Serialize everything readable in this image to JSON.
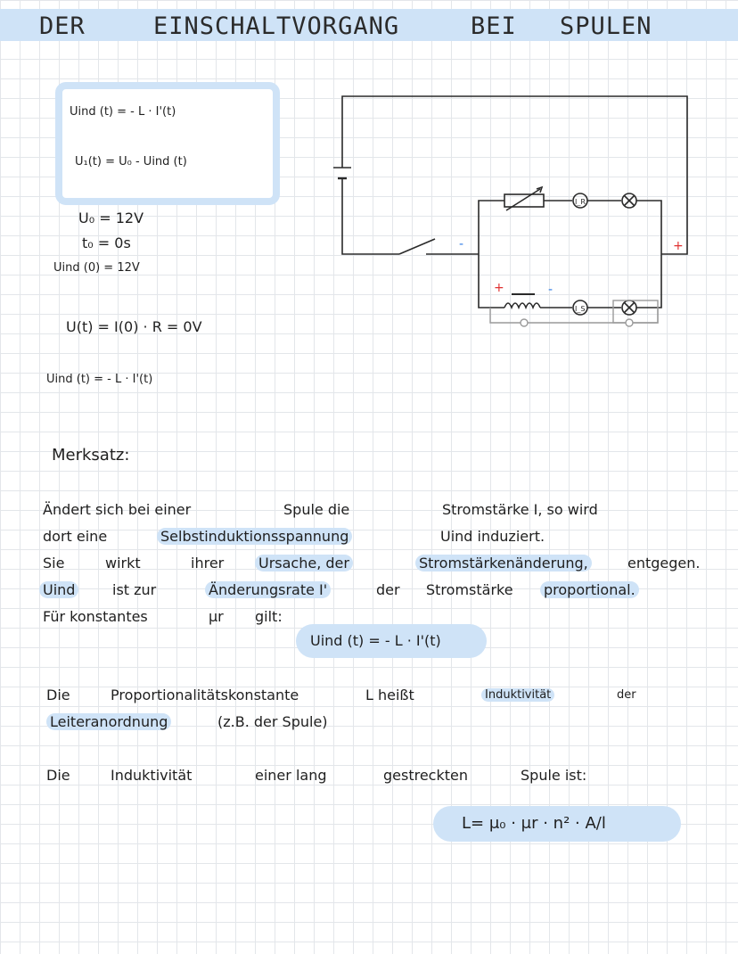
{
  "title": {
    "w1": "DER",
    "w2": "EINSCHALTVORGANG",
    "w3": "BEI",
    "w4": "SPULEN"
  },
  "formulas": {
    "f1": "Uind (t)  =  - L · I'(t)",
    "f2": "U₁(t) =  U₀  -  Uind (t)",
    "f3": "U₀  =  12V",
    "f4": "t₀  =  0s",
    "f5": "Uind (0)  =  12V",
    "f6": "U(t) =  I(0) · R  = 0V",
    "f7": "Uind (t) = - L · I'(t)"
  },
  "circuit": {
    "sign_minus_left": "-",
    "sign_plus_right": "+",
    "sign_plus_coil": "+",
    "sign_minus_coil": "-",
    "meter_r": "I_R",
    "meter_s": "I_S"
  },
  "merksatz": {
    "heading": "Merksatz:",
    "l1_a": "Ändert sich bei einer",
    "l1_b": "Spule die",
    "l1_c": "Stromstärke I, so wird",
    "l2_a": "dort eine",
    "l2_b": "Selbstinduktionsspannung",
    "l2_c": "Uind induziert.",
    "l3_a": "Sie",
    "l3_b": "wirkt",
    "l3_c": "ihrer",
    "l3_d": "Ursache, der",
    "l3_e": "Stromstärkenänderung,",
    "l3_f": "entgegen.",
    "l4_a": "Uind",
    "l4_b": "ist zur",
    "l4_c": "Änderungsrate I'",
    "l4_d": "der",
    "l4_e": "Stromstärke",
    "l4_f": "proportional.",
    "l5_a": "Für konstantes",
    "l5_b": "μr",
    "l5_c": "gilt:",
    "formula": "Uind (t)  =  - L · I'(t)"
  },
  "para2": {
    "l1_a": "Die",
    "l1_b": "Proportionalitätskonstante",
    "l1_c": "L heißt",
    "l1_d": "Induktivität",
    "l1_e": "der",
    "l2_a": "Leiteranordnung",
    "l2_b": "(z.B. der Spule)"
  },
  "para3": {
    "a": "Die",
    "b": "Induktivität",
    "c": "einer lang",
    "d": "gestreckten",
    "e": "Spule ist:",
    "formula": "L=  μ₀ · μr · n² · A/l"
  }
}
